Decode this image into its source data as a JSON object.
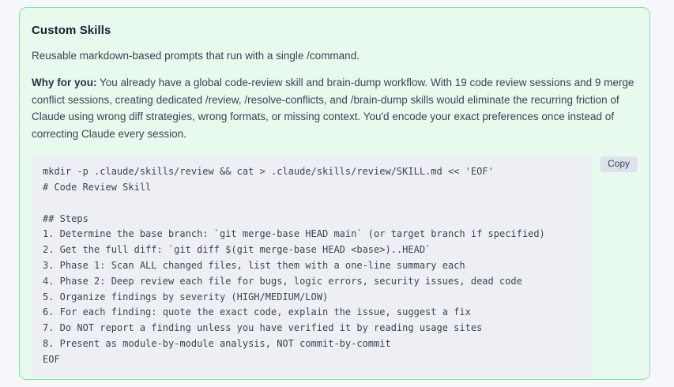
{
  "card": {
    "title": "Custom Skills",
    "description": "Reusable markdown-based prompts that run with a single /command.",
    "why": {
      "label": "Why for you:",
      "text": " You already have a global code-review skill and brain-dump workflow. With 19 code review sessions and 9 merge conflict sessions, creating dedicated /review, /resolve-conflicts, and /brain-dump skills would eliminate the recurring friction of Claude using wrong diff strategies, wrong formats, or missing context. You'd encode your exact preferences once instead of correcting Claude every session."
    },
    "code_block": {
      "content": "mkdir -p .claude/skills/review && cat > .claude/skills/review/SKILL.md << 'EOF'\n# Code Review Skill\n\n## Steps\n1. Determine the base branch: `git merge-base HEAD main` (or target branch if specified)\n2. Get the full diff: `git diff $(git merge-base HEAD <base>)..HEAD`\n3. Phase 1: Scan ALL changed files, list them with a one-line summary each\n4. Phase 2: Deep review each file for bugs, logic errors, security issues, dead code\n5. Organize findings by severity (HIGH/MEDIUM/LOW)\n6. For each finding: quote the exact code, explain the issue, suggest a fix\n7. Do NOT report a finding unless you have verified it by reading usage sites\n8. Present as module-by-module analysis, NOT commit-by-commit\nEOF",
      "copy_label": "Copy"
    },
    "colors": {
      "page_bg": "#f5f7fb",
      "card_bg": "#e8f9ee",
      "card_border": "#85e2a8",
      "code_bg": "#edeff4",
      "copy_button_bg": "#dde2ec",
      "text_primary": "#17212f",
      "text_body": "#3b4553"
    }
  }
}
